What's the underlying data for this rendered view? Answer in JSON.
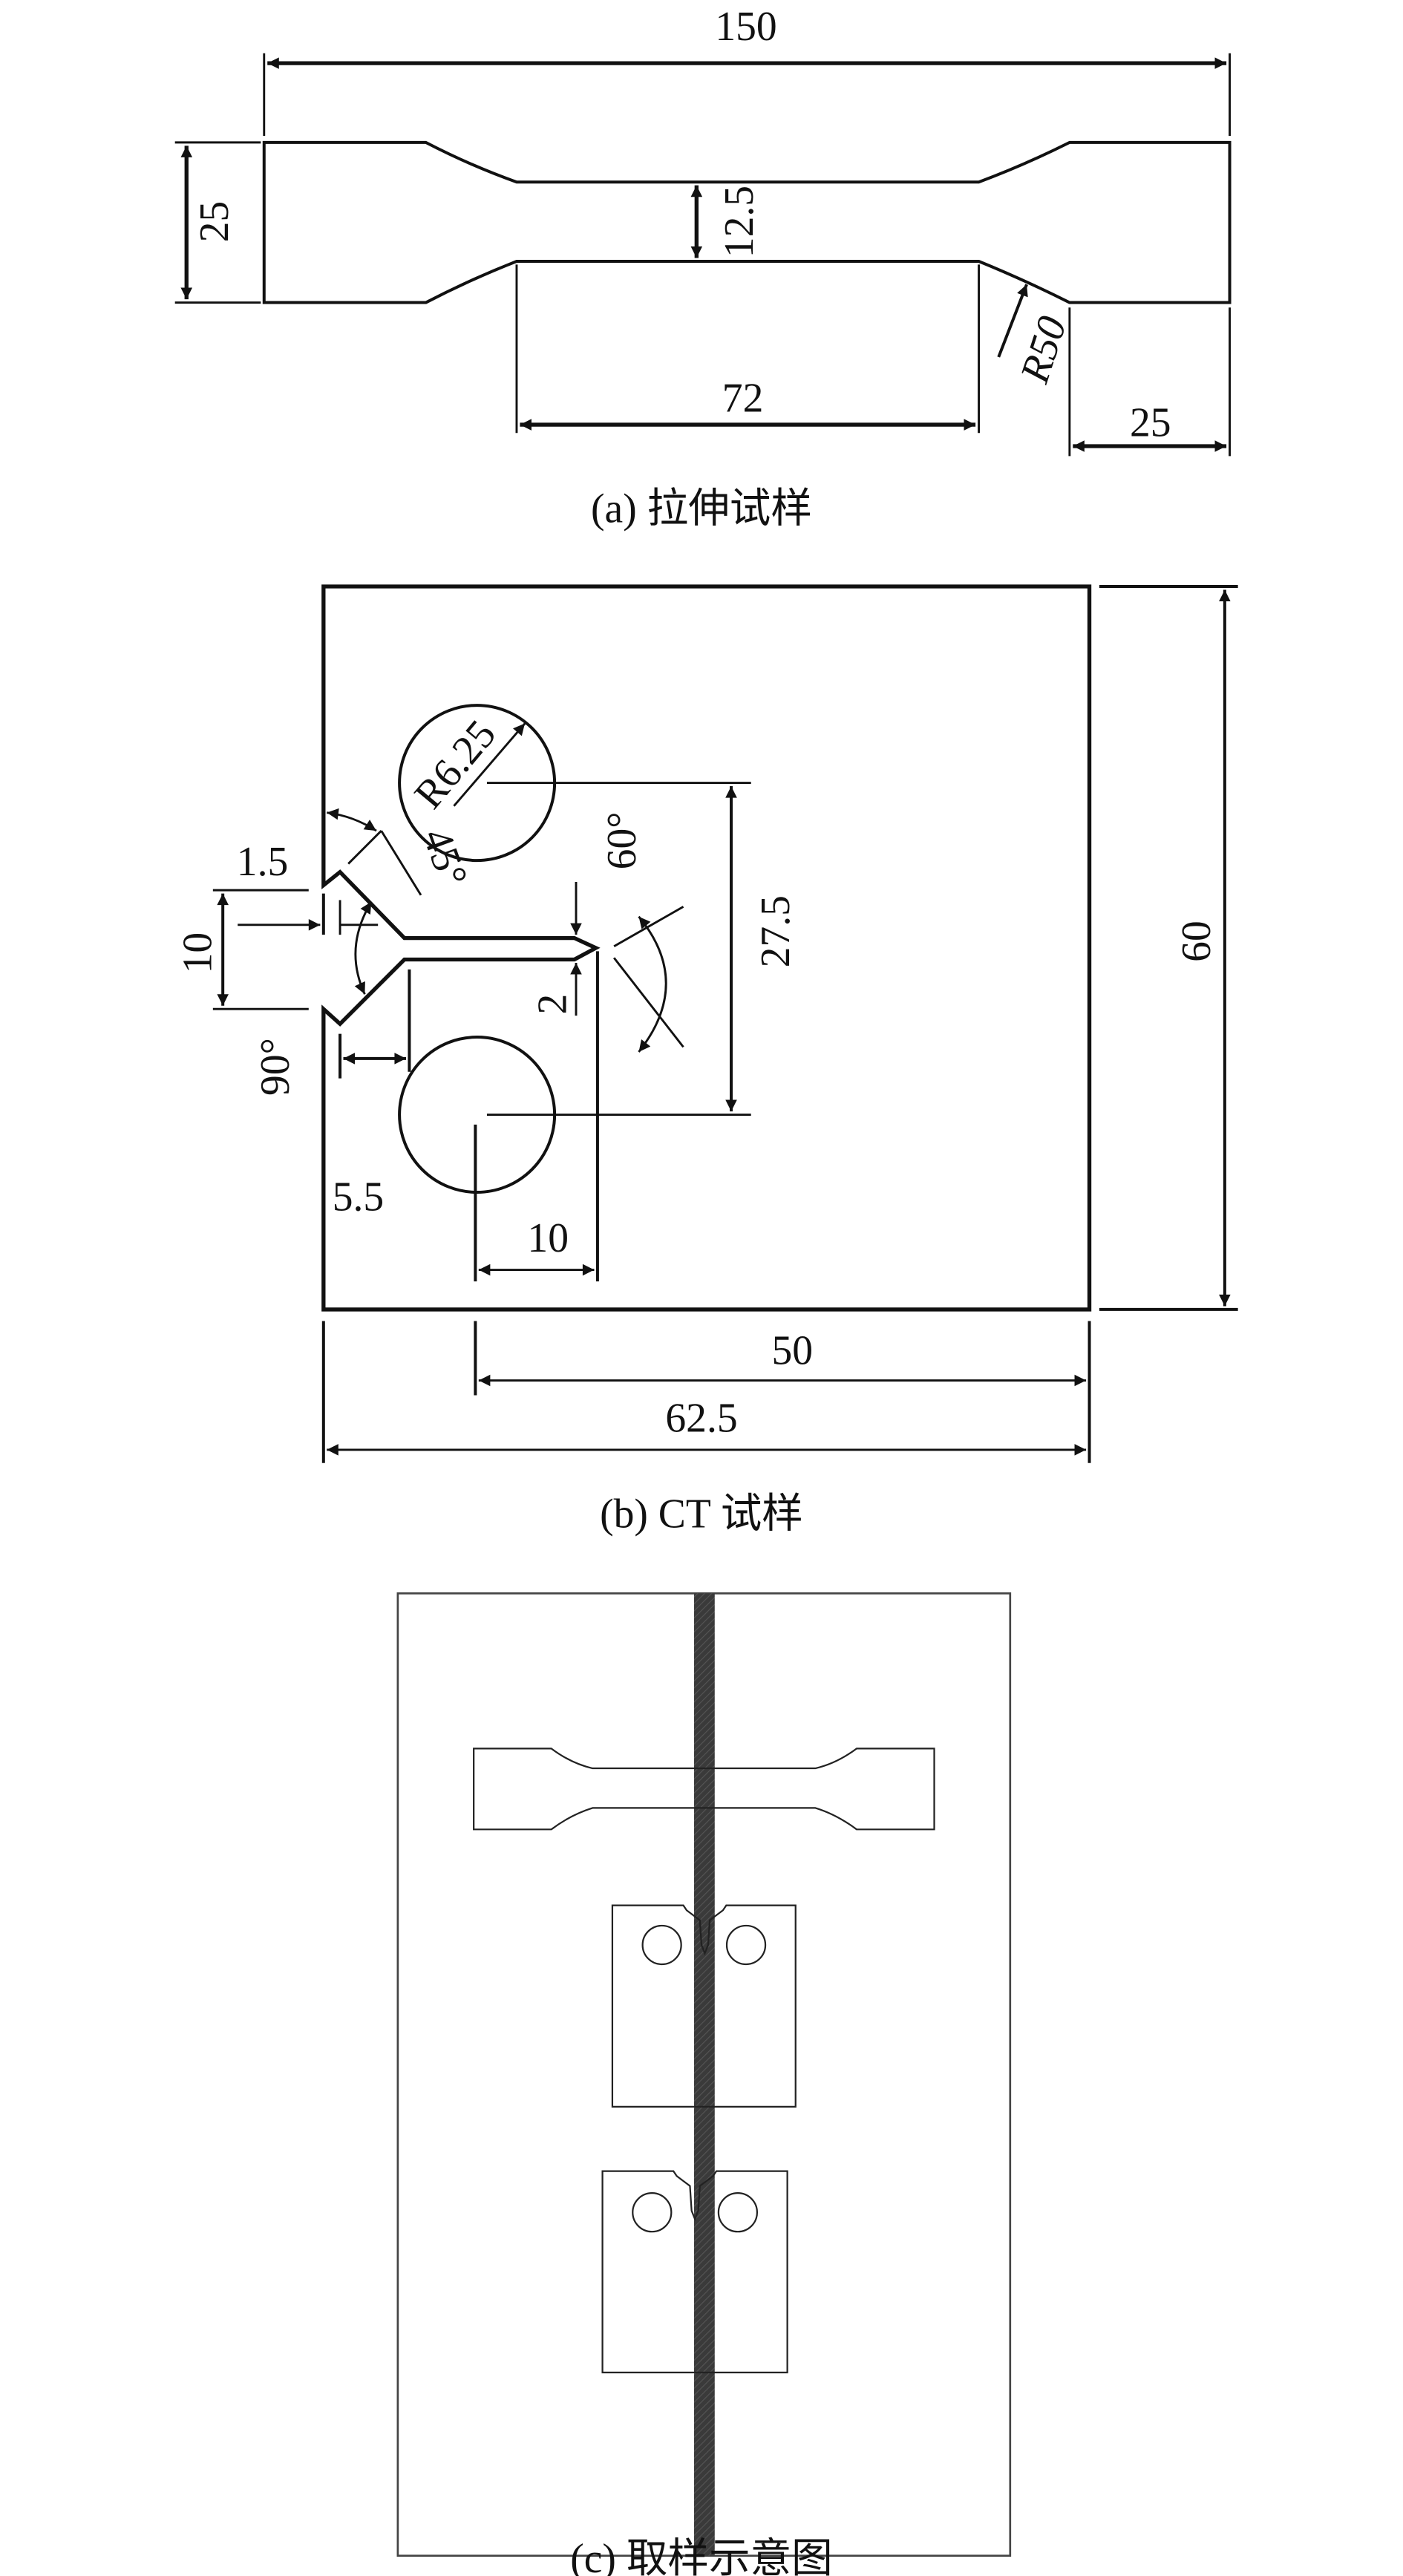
{
  "panel_a": {
    "caption": "(a) 拉伸试样",
    "dims": {
      "overall_length": "150",
      "grip_width": "25",
      "gauge_width": "12.5",
      "gauge_length": "72",
      "radius": "R50",
      "grip_length": "25"
    }
  },
  "panel_b": {
    "caption": "(b) CT 试样",
    "dims": {
      "hole_radius": "R6.25",
      "notch_angle_45": "45°",
      "knife_edge": "1.5",
      "notch_opening": "10",
      "notch_angle_90": "90°",
      "notch_depth": "5.5",
      "tip_angle": "60°",
      "slot_width": "2",
      "hole_spacing": "27.5",
      "height": "60",
      "hole_to_tip": "10",
      "width_from_hole": "50",
      "total_width": "62.5"
    }
  },
  "panel_c": {
    "caption": "(c) 取样示意图"
  },
  "colors": {
    "line": "#111111",
    "weld": "#3a3a3a"
  }
}
